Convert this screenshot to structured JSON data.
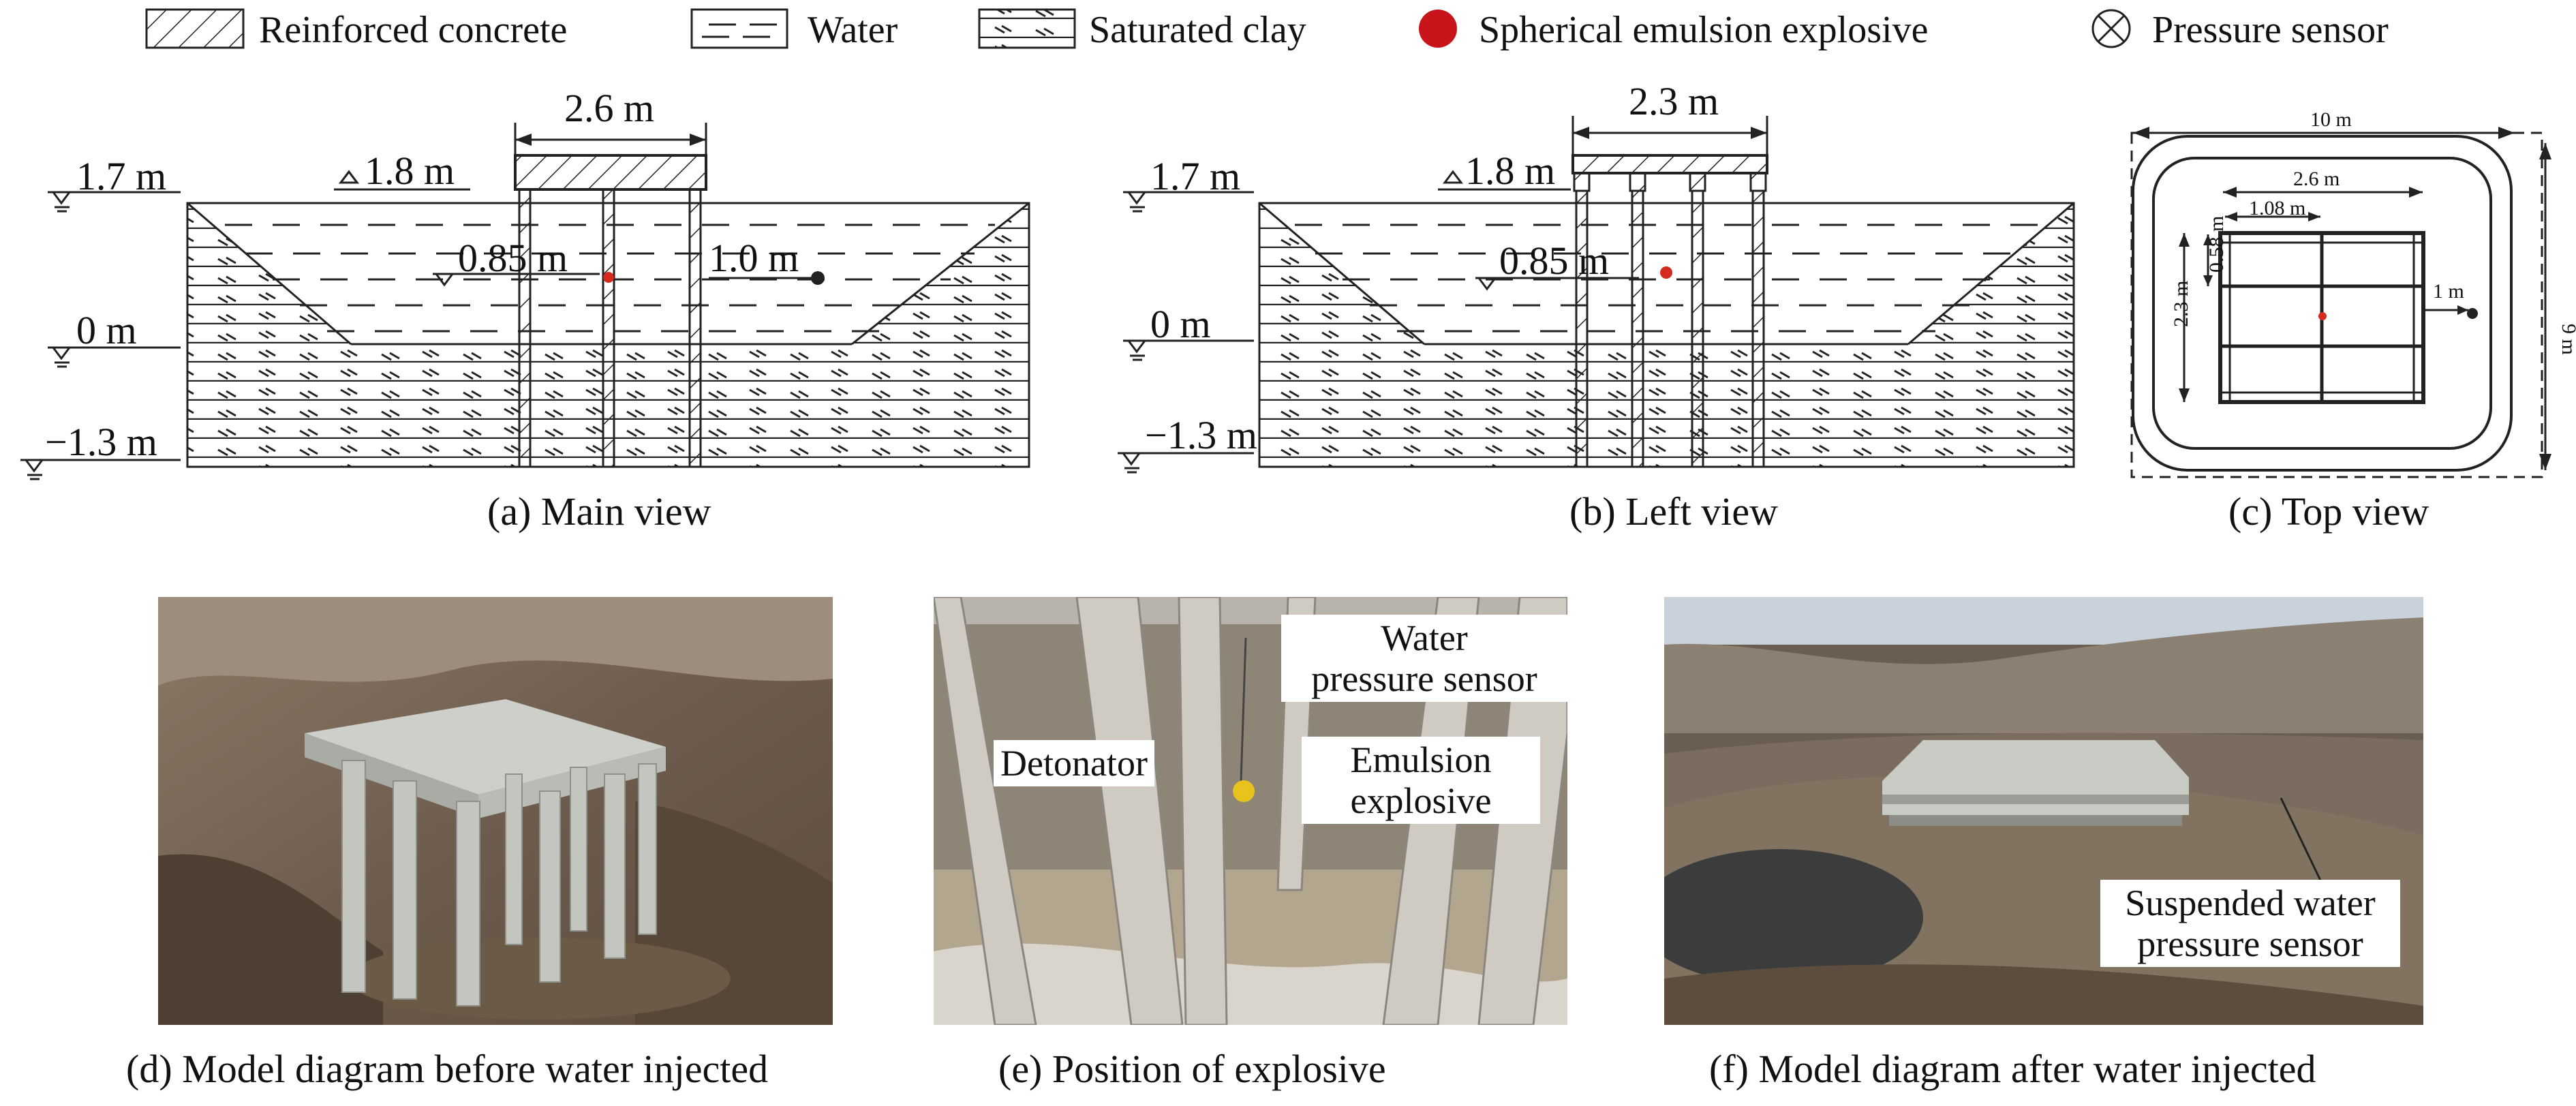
{
  "legend": {
    "reinforced_concrete": "Reinforced concrete",
    "water": "Water",
    "saturated_clay": "Saturated clay",
    "explosive": "Spherical emulsion explosive",
    "sensor": "Pressure sensor"
  },
  "main_view": {
    "caption": "(a) Main view",
    "width_label": "2.6 m",
    "level_17": "1.7 m",
    "level_18": "1.8 m",
    "level_0": "0 m",
    "level_m13": "−1.3 m",
    "charge_depth": "0.85 m",
    "sensor_dist": "1.0 m"
  },
  "left_view": {
    "caption": "(b) Left view",
    "width_label": "2.3 m",
    "level_17": "1.7 m",
    "level_18": "1.8 m",
    "level_0": "0 m",
    "level_m13": "−1.3 m",
    "charge_depth": "0.85 m"
  },
  "top_view": {
    "caption": "(c) Top view",
    "pit_length": "10 m",
    "pit_width": "9 m",
    "slab_length": "2.6 m",
    "slab_width": "2.3 m",
    "pile_spacing_x": "1.08 m",
    "pile_spacing_y": "0.58 m",
    "sensor_dist": "1 m"
  },
  "photos": {
    "d_caption": "(d) Model diagram before water injected",
    "e_caption": "(e) Position of explosive",
    "f_caption": "(f) Model diagram after water injected",
    "e_label_sensor_1": "Water",
    "e_label_sensor_2": "pressure sensor",
    "e_label_detonator": "Detonator",
    "e_label_explosive_1": "Emulsion",
    "e_label_explosive_2": "explosive",
    "f_label_1": "Suspended water",
    "f_label_2": "pressure sensor"
  },
  "colors": {
    "explosive": "#d42b1e",
    "line": "#111111"
  }
}
